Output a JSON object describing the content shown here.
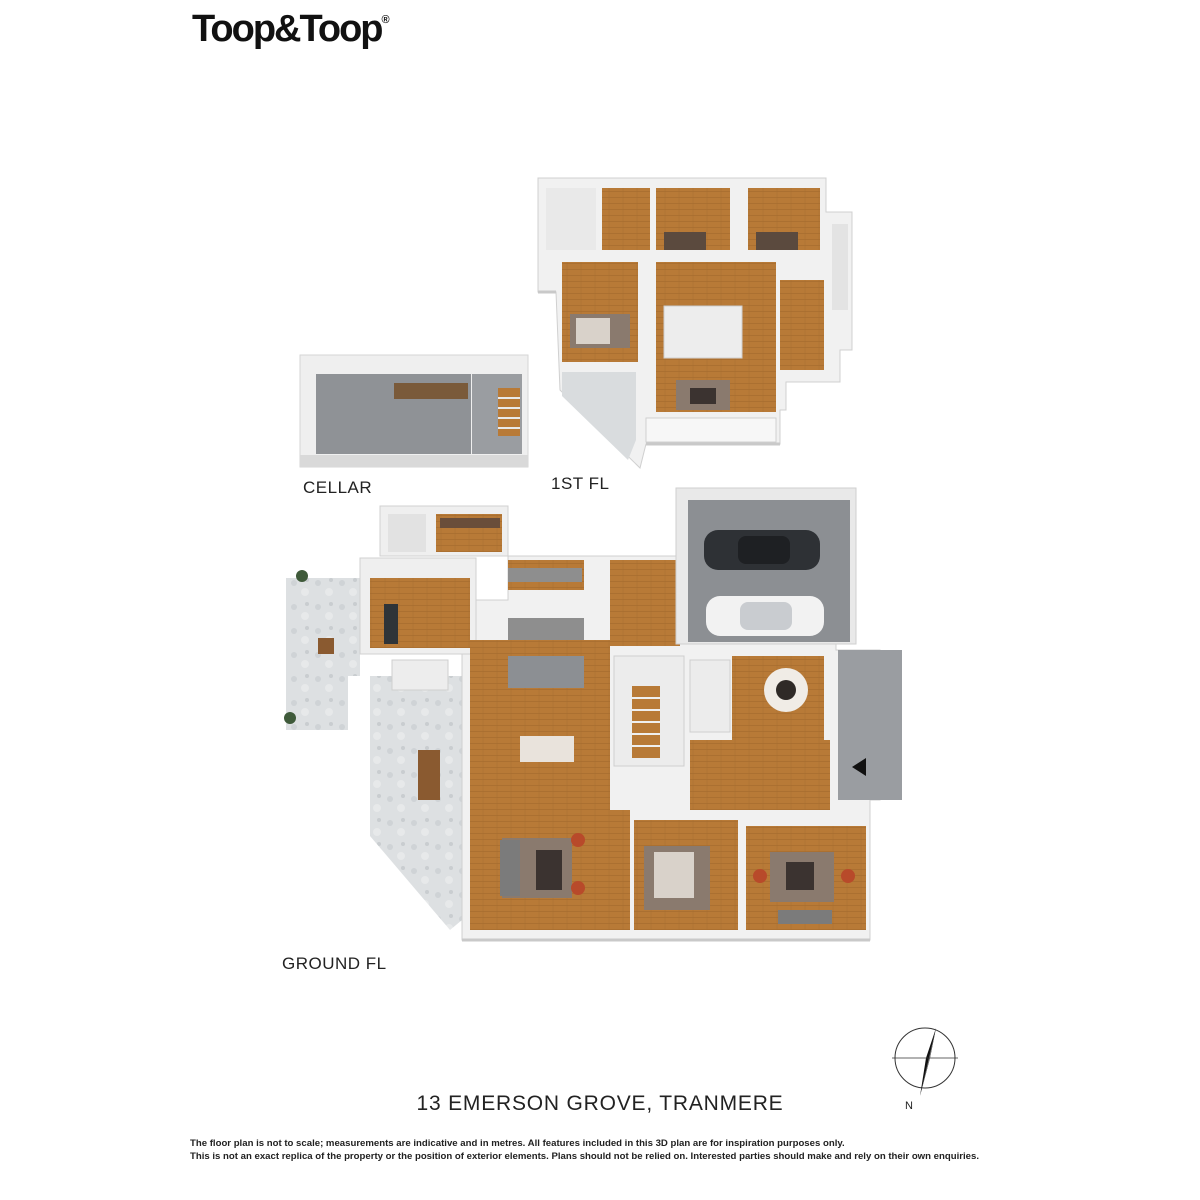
{
  "brand": {
    "logo_text": "Toop&Toop",
    "logo_mark": "®"
  },
  "floors": {
    "cellar": "CELLAR",
    "first": "1ST FL",
    "ground": "GROUND FL"
  },
  "address": "13 EMERSON GROVE, TRANMERE",
  "compass": {
    "north_label": "N"
  },
  "disclaimer": {
    "line1": "The floor plan is not to scale; measurements are indicative and in metres. All features included in this 3D plan are for inspiration purposes only.",
    "line2": "This is not an exact replica of the property or the position of exterior elements. Plans should not be relied on. Interested parties should make and rely on their own enquiries."
  },
  "colors": {
    "floor_wood": "#b77a36",
    "wall": "#f4f4f4",
    "wall_shadow": "#cfcfcf",
    "tile_outdoor": "#dfe2e4",
    "garage_floor": "#8c8f93",
    "cellar_floor": "#8e9195",
    "rug": "#8a7a6e"
  }
}
